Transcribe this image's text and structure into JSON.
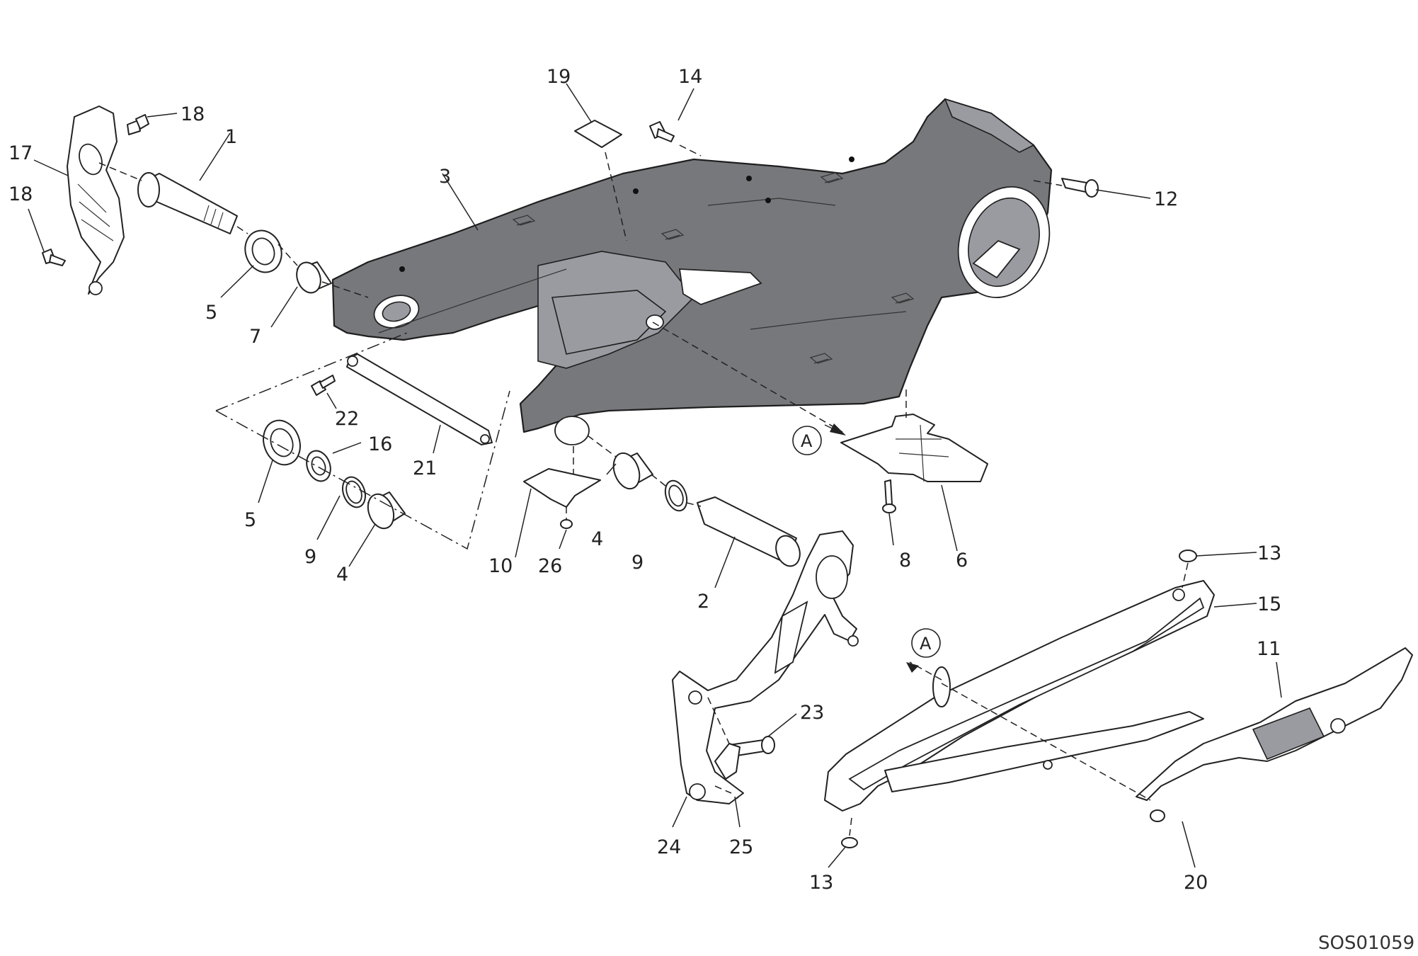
{
  "drawing_code": "SOS01059",
  "callouts": {
    "c1": "1",
    "c2": "2",
    "c3": "3",
    "c4a": "4",
    "c4b": "4",
    "c5a": "5",
    "c5b": "5",
    "c6": "6",
    "c7": "7",
    "c8": "8",
    "c9a": "9",
    "c9b": "9",
    "c10": "10",
    "c11": "11",
    "c12": "12",
    "c13a": "13",
    "c13b": "13",
    "c14": "14",
    "c15": "15",
    "c16": "16",
    "c17": "17",
    "c18a": "18",
    "c18b": "18",
    "c19": "19",
    "c20": "20",
    "c21": "21",
    "c22": "22",
    "c23": "23",
    "c24": "24",
    "c25": "25",
    "c26": "26"
  },
  "refs": {
    "a1": "A",
    "a2": "A"
  }
}
